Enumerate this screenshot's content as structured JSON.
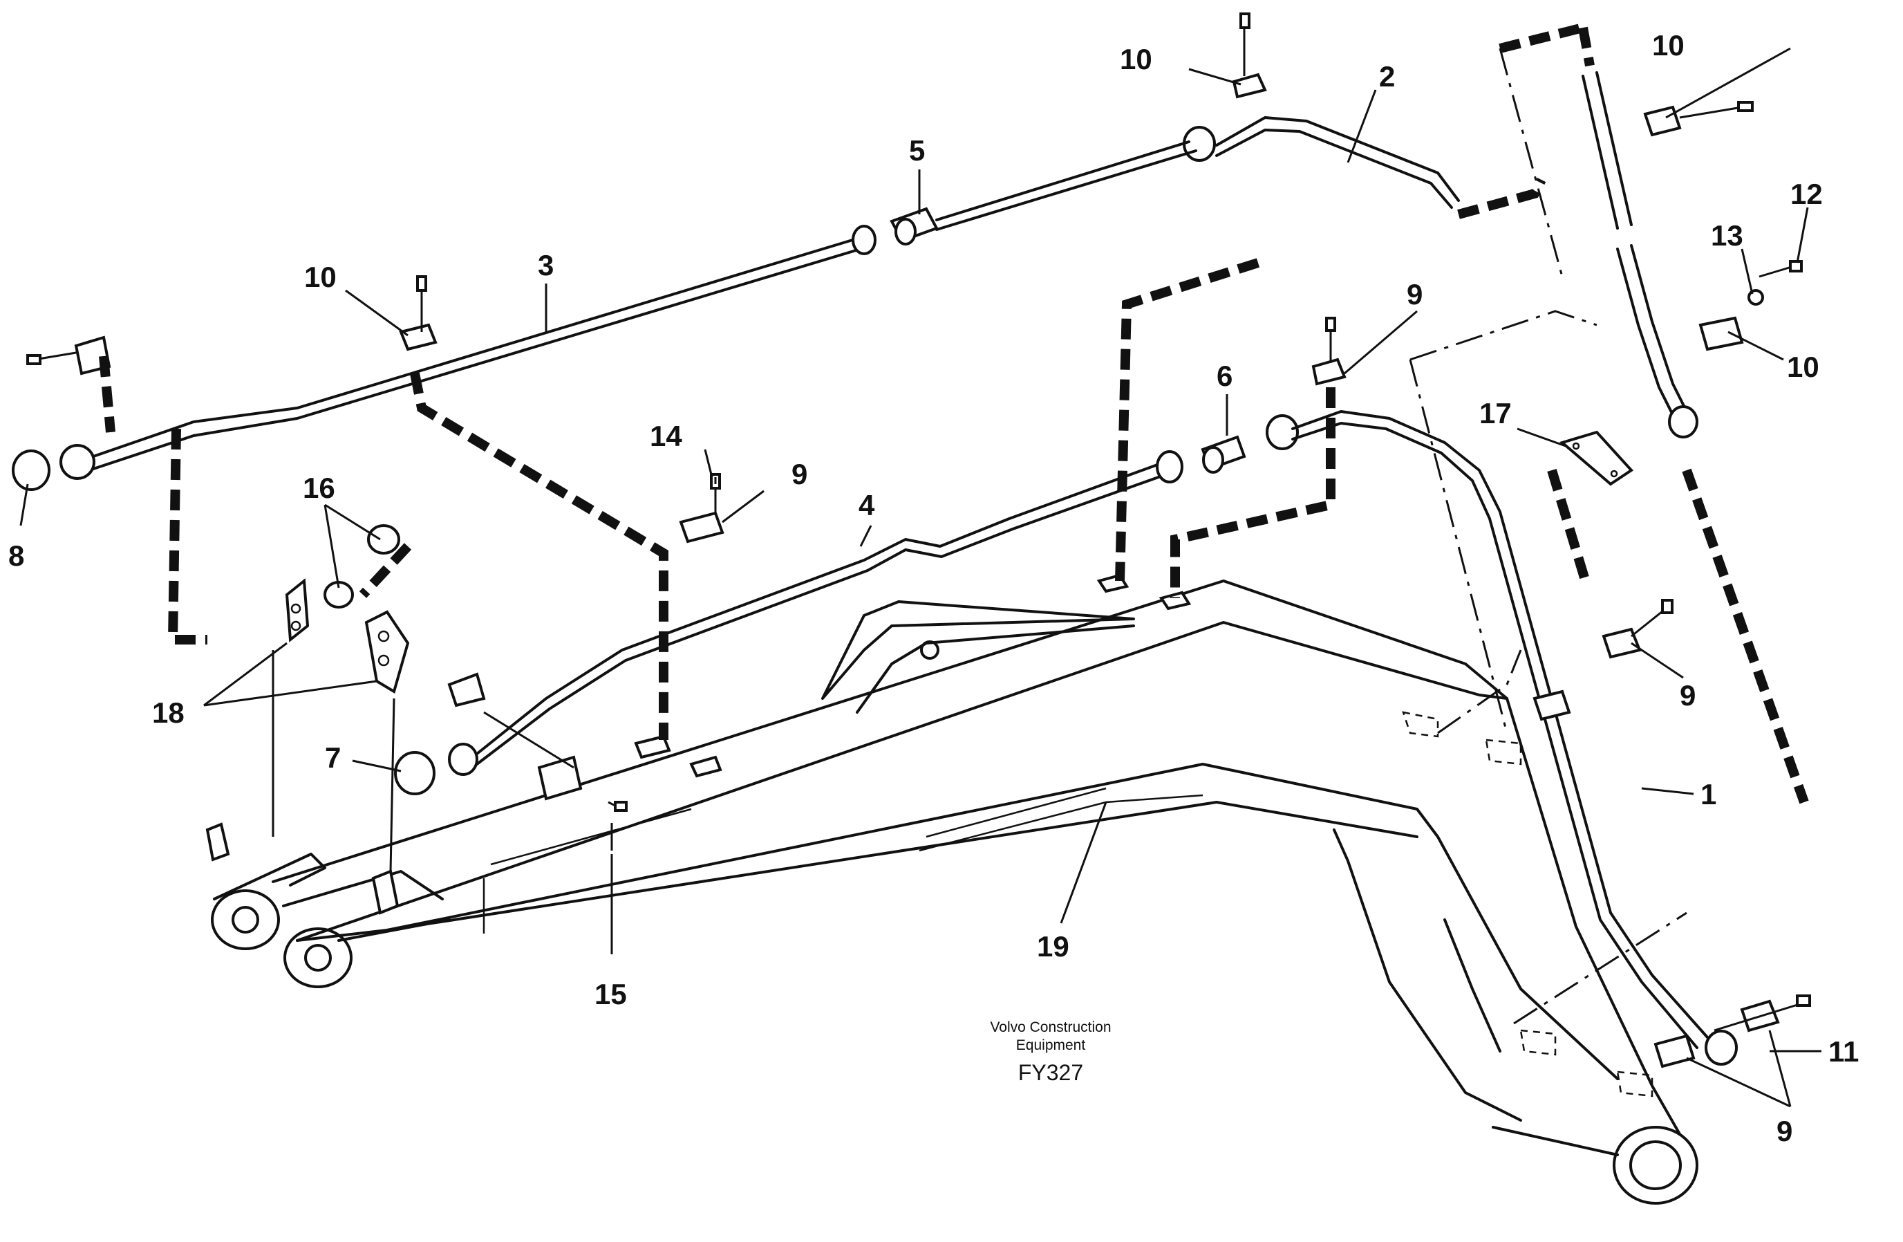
{
  "caption": {
    "line1": "Volvo Construction",
    "line2": "Equipment",
    "figure_code": "FY327"
  },
  "callouts": {
    "c1": "1",
    "c2": "2",
    "c3": "3",
    "c4": "4",
    "c5": "5",
    "c6": "6",
    "c7": "7",
    "c8": "8",
    "c9_a": "9",
    "c9_b": "9",
    "c9_c": "9",
    "c9_d": "9",
    "c10_a": "10",
    "c10_b": "10",
    "c10_c": "10",
    "c10_d": "10",
    "c11": "11",
    "c12": "12",
    "c13": "13",
    "c14": "14",
    "c15": "15",
    "c16": "16",
    "c17": "17",
    "c18": "18",
    "c19": "19"
  }
}
